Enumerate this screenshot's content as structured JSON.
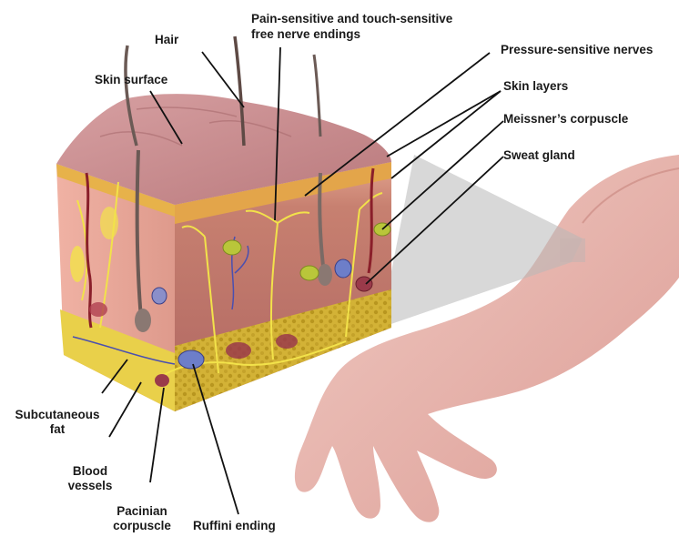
{
  "labels": {
    "hair": "Hair",
    "skin_surface": "Skin surface",
    "free_nerve_endings_1": "Pain-sensitive and touch-sensitive",
    "free_nerve_endings_2": "free nerve endings",
    "pressure_nerves": "Pressure-sensitive nerves",
    "skin_layers": "Skin layers",
    "meissner": "Meissner’s corpuscle",
    "sweat_gland": "Sweat gland",
    "subcutaneous_fat_1": "Subcutaneous",
    "subcutaneous_fat_2": "fat",
    "blood_vessels_1": "Blood",
    "blood_vessels_2": "vessels",
    "pacinian_1": "Pacinian",
    "pacinian_2": "corpuscle",
    "ruffini": "Ruffini ending"
  },
  "colors": {
    "epidermis_top": "#c98a8c",
    "dermis": "#b8706a",
    "fat_layer": "#d8b63a",
    "side_face": "#e39a8e",
    "nerves": "#f2e24a",
    "blood": "#8a1f2a",
    "arm_skin": "#e3b1a8"
  }
}
